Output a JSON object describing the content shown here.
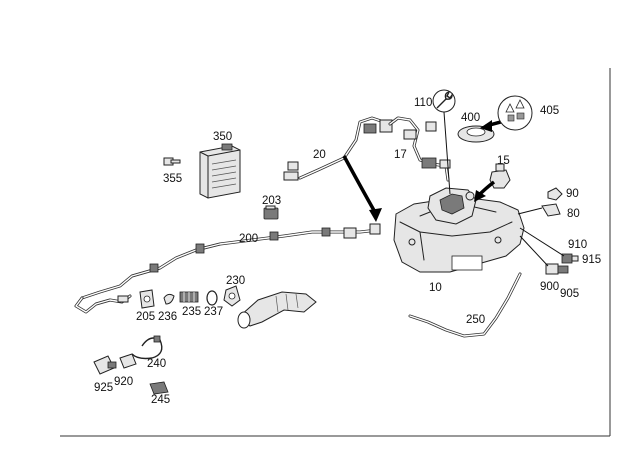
{
  "labels": {
    "l110": "110",
    "l400": "400",
    "l405": "405",
    "l350": "350",
    "l355": "355",
    "l20": "20",
    "l17": "17",
    "l15": "15",
    "l90": "90",
    "l80": "80",
    "l203": "203",
    "l200": "200",
    "l910": "910",
    "l915": "915",
    "l900": "900",
    "l905": "905",
    "l10": "10",
    "l230": "230",
    "l250": "250",
    "l205": "205",
    "l236": "236",
    "l235": "235",
    "l237": "237",
    "l240": "240",
    "l925": "925",
    "l920": "920",
    "l245": "245"
  },
  "colors": {
    "line": "#222222",
    "part_fill": "#e6e6e6",
    "text": "#111111",
    "background": "#ffffff"
  },
  "icons": {
    "l110": "wrench-icon",
    "l405": "warning-stickers-icon"
  }
}
